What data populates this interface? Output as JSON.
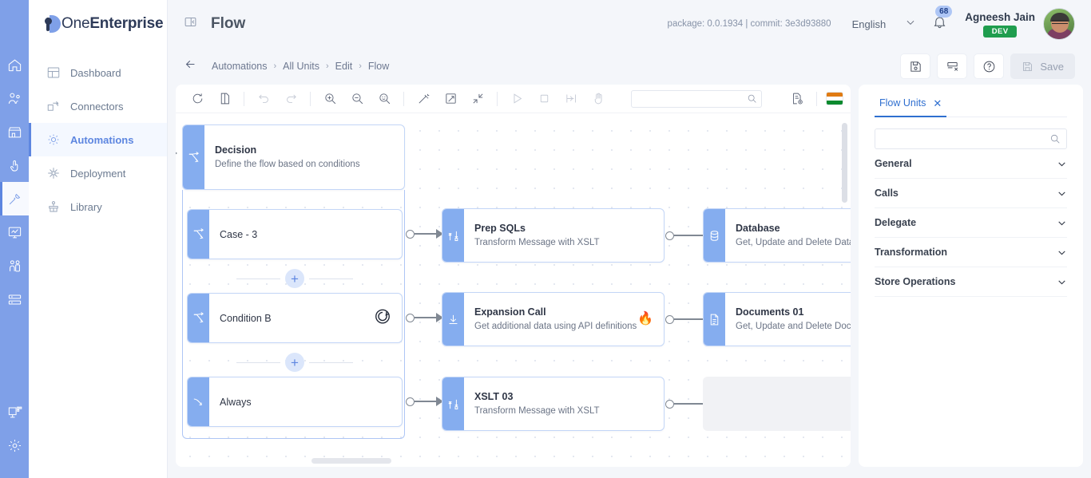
{
  "brand": {
    "light": "One",
    "bold": "Enterprise"
  },
  "rail": {
    "items": [
      {
        "name": "home-icon"
      },
      {
        "name": "contacts-icon"
      },
      {
        "name": "store-icon"
      },
      {
        "name": "touch-icon"
      },
      {
        "name": "tools-icon",
        "active": true
      },
      {
        "name": "monitor-chart-icon"
      },
      {
        "name": "people-icon"
      },
      {
        "name": "server-icon"
      }
    ],
    "bottom": [
      {
        "name": "device-icon"
      },
      {
        "name": "gear-icon"
      }
    ]
  },
  "sidebar": {
    "items": [
      {
        "label": "Dashboard",
        "icon": "dashboard-icon",
        "active": false
      },
      {
        "label": "Connectors",
        "icon": "connectors-icon",
        "active": false
      },
      {
        "label": "Automations",
        "icon": "automations-icon",
        "active": true
      },
      {
        "label": "Deployment",
        "icon": "deployment-icon",
        "active": false
      },
      {
        "label": "Library",
        "icon": "library-icon",
        "active": false
      }
    ]
  },
  "header": {
    "title": "Flow",
    "build_info": "package: 0.0.1934 | commit: 3e3d93880",
    "language": "English",
    "notification_count": "68",
    "user_name": "Agneesh Jain",
    "user_role": "DEV"
  },
  "breadcrumb": {
    "items": [
      "Automations",
      "All Units",
      "Edit",
      "Flow"
    ],
    "separator": "›"
  },
  "actions": {
    "save_label": "Save",
    "buttons": [
      "save-as-icon",
      "export-icon",
      "help-icon"
    ]
  },
  "toolbar": {
    "search_value": "",
    "search_placeholder": "",
    "buttons": [
      "refresh-icon",
      "document-icon",
      "undo-icon",
      "redo-icon",
      "zoom-in-icon",
      "zoom-out-icon",
      "zoom-fit-icon",
      "magic-wand-icon",
      "fullscreen-icon",
      "collapse-icon",
      "run-icon",
      "stop-icon",
      "step-icon",
      "pan-icon",
      "log-icon"
    ],
    "flag_colors": [
      "#e07b12",
      "#ffffff",
      "#0b8a2e"
    ]
  },
  "flow": {
    "decision": {
      "title": "Decision",
      "subtitle": "Define the flow based on conditions",
      "icon": "branch-icon"
    },
    "branches": [
      {
        "title": "Case - 3",
        "icon": "branch-icon",
        "badge": null
      },
      {
        "title": "Condition B",
        "icon": "branch-icon",
        "badge": "loop-icon"
      },
      {
        "title": "Always",
        "icon": "arrow-down-right-icon",
        "badge": null
      }
    ],
    "add_button_label": "+",
    "column2": [
      {
        "title": "Prep SQLs",
        "subtitle": "Transform Message with XSLT",
        "icon": "transform-icon",
        "badge": null
      },
      {
        "title": "Expansion Call",
        "subtitle": "Get additional data using API definitions",
        "icon": "download-icon",
        "badge": "flame-icon"
      },
      {
        "title": "XSLT 03",
        "subtitle": "Transform Message with XSLT",
        "icon": "transform-icon",
        "badge": null
      }
    ],
    "column3": [
      {
        "title": "Database",
        "subtitle": "Get, Update and Delete Databa",
        "icon": "database-icon"
      },
      {
        "title": "Documents 01",
        "subtitle": "Get, Update and Delete Docum",
        "icon": "document-page-icon"
      }
    ]
  },
  "right_panel": {
    "tab_label": "Flow Units",
    "tab_close": "✕",
    "search_value": "",
    "search_placeholder": "",
    "sections": [
      {
        "label": "General"
      },
      {
        "label": "Calls"
      },
      {
        "label": "Delegate"
      },
      {
        "label": "Transformation"
      },
      {
        "label": "Store Operations"
      }
    ]
  },
  "colors": {
    "rail": "#7fa0e8",
    "node_strip": "#85adef",
    "node_border": "#c3d6f7",
    "accent": "#5d86e0",
    "tab_accent": "#2f6fd0",
    "badge_green": "#1f9d4e",
    "flame": "#f08a1e"
  }
}
